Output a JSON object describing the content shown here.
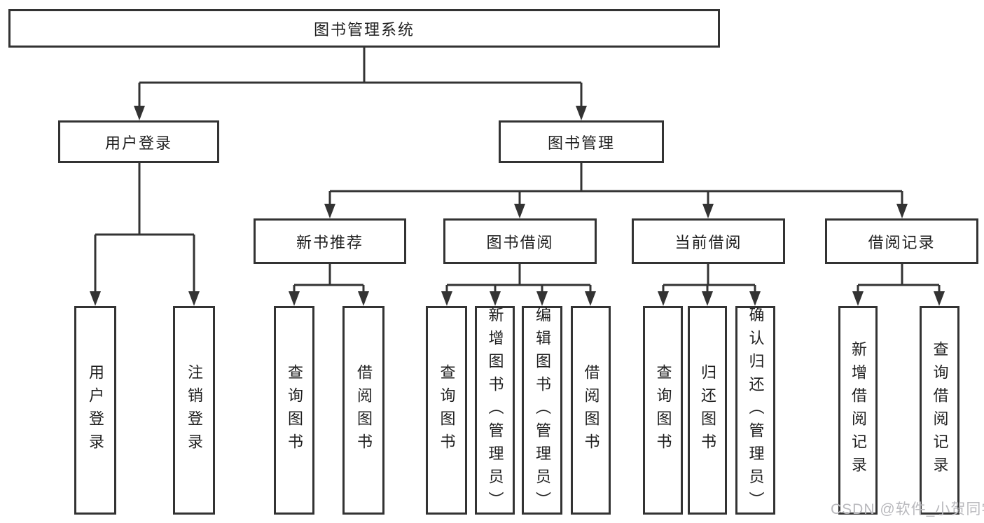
{
  "diagram_title": "图书管理系统",
  "tree": {
    "root": {
      "label": "图书管理系统"
    },
    "user_login": {
      "label": "用户登录",
      "children": [
        {
          "label": "用户登录"
        },
        {
          "label": "注销登录"
        }
      ]
    },
    "book_mgmt": {
      "label": "图书管理",
      "children": [
        {
          "label": "新书推荐",
          "children": [
            {
              "label": "查询图书"
            },
            {
              "label": "借阅图书"
            }
          ]
        },
        {
          "label": "图书借阅",
          "children": [
            {
              "label": "查询图书"
            },
            {
              "label": "新增图书（管理员）"
            },
            {
              "label": "编辑图书（管理员）"
            },
            {
              "label": "借阅图书"
            }
          ]
        },
        {
          "label": "当前借阅",
          "children": [
            {
              "label": "查询图书"
            },
            {
              "label": "归还图书"
            },
            {
              "label": "确认归还（管理员）"
            }
          ]
        },
        {
          "label": "借阅记录",
          "children": [
            {
              "label": "新增借阅记录"
            },
            {
              "label": "查询借阅记录"
            }
          ]
        }
      ]
    }
  },
  "watermark": {
    "text": "CSDN @软件_小贺同学"
  },
  "colors": {
    "line": "#333333",
    "box_border": "#333333",
    "box_fill": "#ffffff",
    "text": "#1f1f1f",
    "watermark": "#b9b9bd",
    "background": "#ffffff"
  }
}
